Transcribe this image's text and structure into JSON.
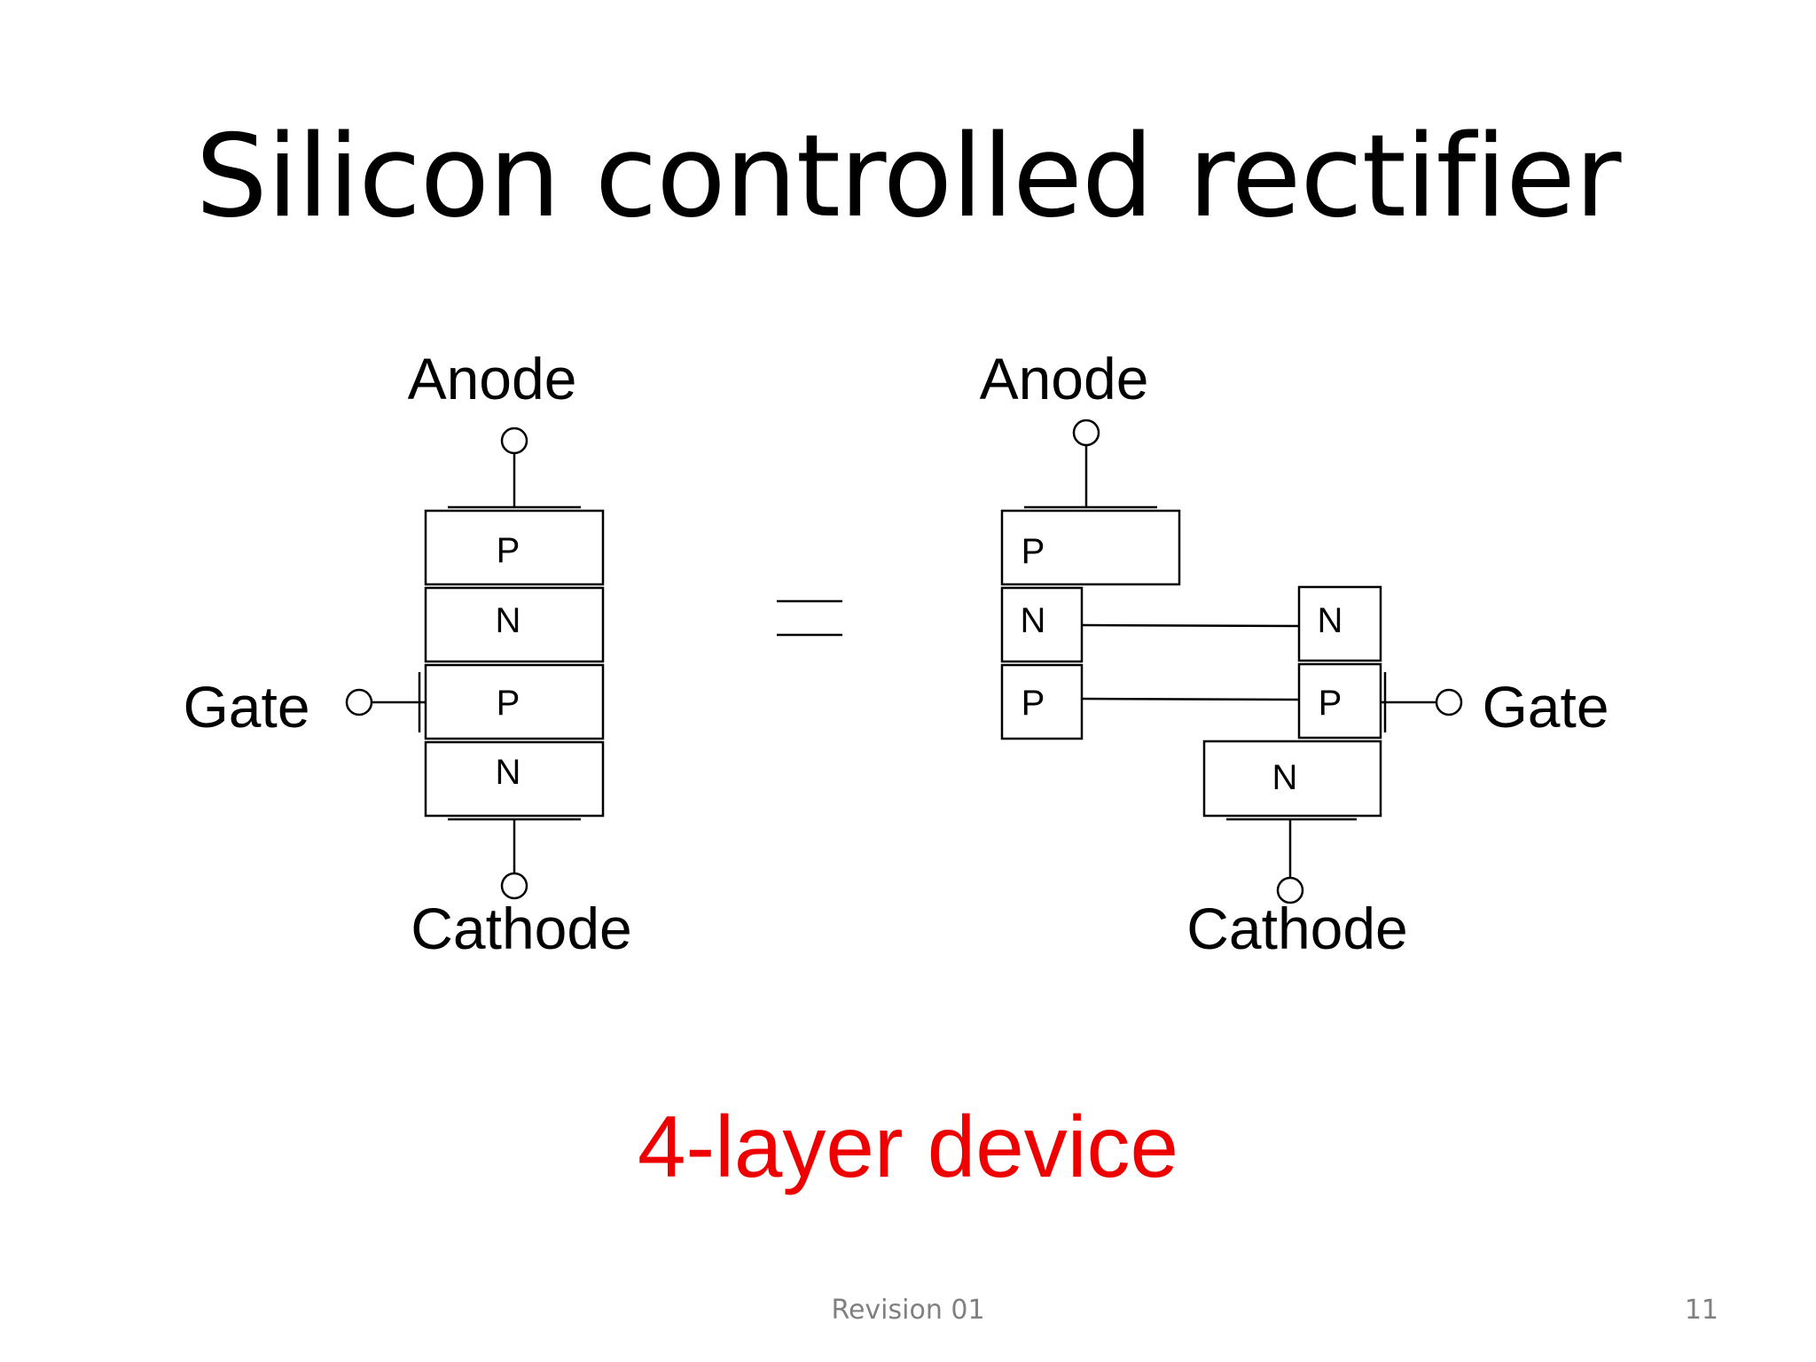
{
  "slide": {
    "title": "Silicon controlled rectifier",
    "subtitle": "4-layer device",
    "footer": "Revision 01",
    "page_number": "11"
  },
  "left_diagram": {
    "anode": "Anode",
    "gate": "Gate",
    "cathode": "Cathode",
    "layers": [
      "P",
      "N",
      "P",
      "N"
    ]
  },
  "equals": "=",
  "right_diagram": {
    "anode": "Anode",
    "gate": "Gate",
    "cathode": "Cathode",
    "pnp_layers": [
      "P",
      "N",
      "P"
    ],
    "npn_layers": [
      "N",
      "P",
      "N"
    ]
  },
  "colors": {
    "subtitle": "#ee0000",
    "footer": "#808080"
  }
}
